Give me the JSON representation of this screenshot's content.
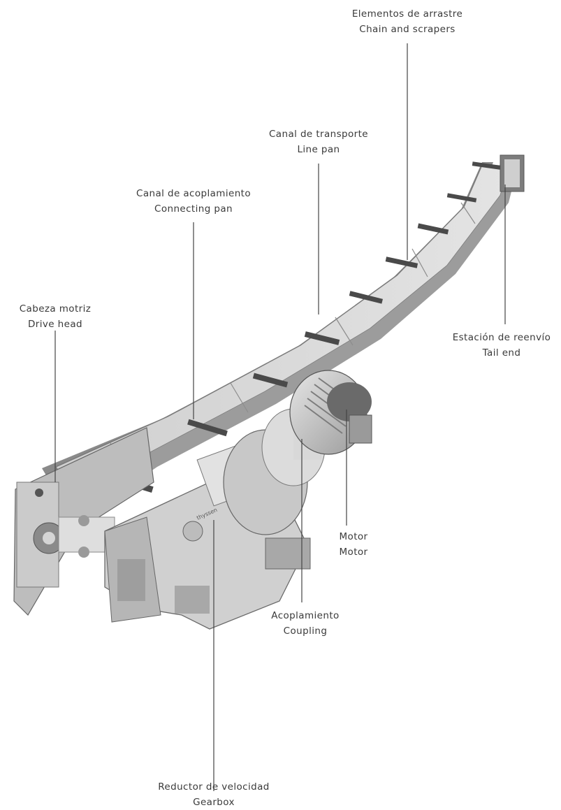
{
  "labels": {
    "chain": {
      "es": "Elementos de arrastre",
      "en": "Chain and scrapers"
    },
    "line_pan": {
      "es": "Canal de transporte",
      "en": "Line pan"
    },
    "connecting_pan": {
      "es": "Canal de acoplamiento",
      "en": "Connecting pan"
    },
    "drive_head": {
      "es": "Cabeza motriz",
      "en": "Drive head"
    },
    "tail_end": {
      "es": "Estación de reenvío",
      "en": "Tail end"
    },
    "motor": {
      "es": "Motor",
      "en": "Motor"
    },
    "coupling": {
      "es": "Acoplamiento",
      "en": "Coupling"
    },
    "gearbox": {
      "es": "Reductor de velocidad",
      "en": "Gearbox"
    }
  },
  "gearbox_plate": "thyssen",
  "colors": {
    "steel_light": "#d9d9d9",
    "steel_mid": "#b5b5b5",
    "steel_dark": "#6e6e6e",
    "ink": "#3a3a3a"
  }
}
